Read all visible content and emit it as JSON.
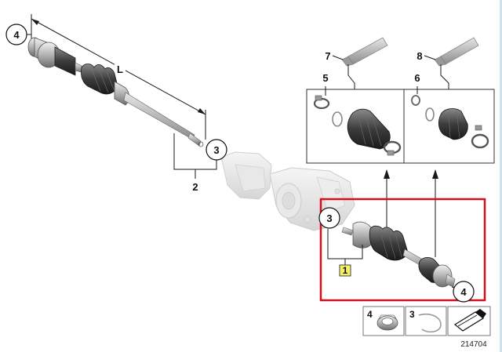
{
  "callouts": {
    "shaft_left_end": "4",
    "shaft_left_inner": "3",
    "shaft_left_group": "2",
    "length": "L",
    "grease_a": "7",
    "grease_b": "8",
    "kit_a": "5",
    "kit_b": "6",
    "shaft_right_inner": "3",
    "shaft_right_group": "1",
    "shaft_right_end": "4"
  },
  "legend": {
    "nut_label": "4",
    "ring_label": "3"
  },
  "catalog_number": "214704",
  "colors": {
    "highlight_frame": "#d0101c",
    "group_highlight": "#f4f06a",
    "line": "#1a1a1a"
  }
}
